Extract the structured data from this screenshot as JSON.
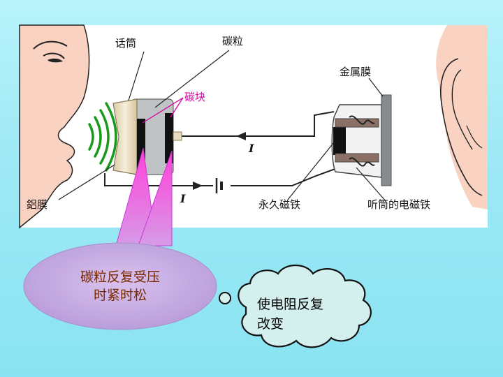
{
  "labels": {
    "mouthpiece": "话筒",
    "carbon_granules": "碳粒",
    "carbon_block": "碳块",
    "metal_membrane": "金属膜",
    "aluminum_membrane": "鋁膜",
    "permanent_magnet": "永久磁铁",
    "earpiece_electromagnet": "听筒的电磁铁",
    "current_top": "I",
    "current_bottom": "I"
  },
  "callout": {
    "line1": "碳粒反复受压",
    "line2": "时紧时松"
  },
  "thought_cloud": {
    "line1": "使电阻反复",
    "line2": "改变"
  },
  "colors": {
    "background": "#9fe9f5",
    "sound_waves": "#1a9a1a",
    "callout_fill": "#c9b0e6",
    "cloud_fill": "#d4f0ee",
    "carbon_block_label": "#d400a0"
  }
}
